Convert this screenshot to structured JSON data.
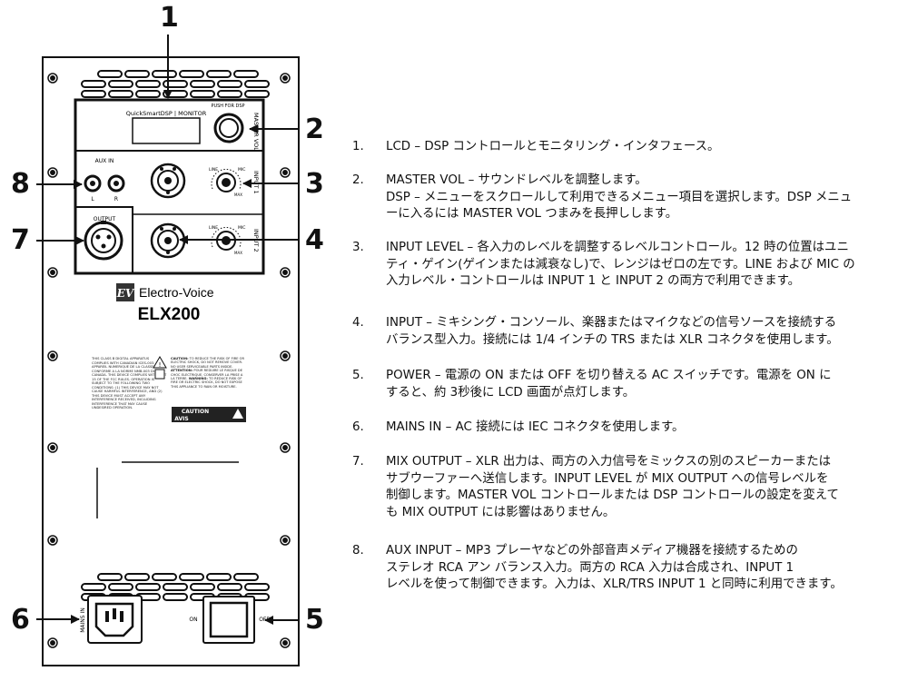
{
  "panel": {
    "lcd_label": "QuickSmartDSP | MONITOR",
    "push_for_dsp": "PUSH FOR DSP",
    "master_vol": "MASTER VOL",
    "aux_in": "AUX IN",
    "aux_l": "L",
    "aux_r": "R",
    "input1": "INPUT 1",
    "input2": "INPUT 2",
    "line_label": "LINE",
    "mic_label": "MIC",
    "max_label": "MAX",
    "output": "OUTPUT",
    "brand_logo": "EV",
    "brand": "Electro-Voice",
    "model": "ELX200",
    "warning_left_text": "THIS CLASS B DIGITAL APPARATUS COMPLIES WITH CANADIAN ICES-003. CET APPAREIL NUMERIQUE DE LA CLASSE B EST CONFORME A LA NORME NMB-003 DU CANADA. THIS DEVICE COMPLIES WITH PART 15 OF THE FCC RULES. OPERATION IS SUBJECT TO THE FOLLOWING TWO CONDITIONS: (1) THIS DEVICE MAY NOT CAUSE HARMFUL INTERFERENCE, AND (2) THIS DEVICE MUST ACCEPT ANY INTERFERENCE RECEIVED, INCLUDING INTERFERENCE THAT MAY CAUSE UNDESIRED OPERATION.",
    "caution_heading": "CAUTION:",
    "caution_text": "TO REDUCE THE RISK OF FIRE OR ELECTRIC SHOCK, DO NOT REMOVE COVER. NO USER SERVICEABLE PARTS INSIDE.",
    "attention_heading": "ATTENTION:",
    "attention_text": "POUR REDUIRE LE RISQUE DE CHOC ELECTRIQUE, CONSERVER LA PRISE A LA TERRE.",
    "warning_heading": "WARNING:",
    "warning_text": "TO REDUCE RISK OF FIRE OR ELECTRIC SHOCK, DO NOT EXPOSE THIS APPLIANCE TO RAIN OR MOISTURE.",
    "caution_box": "CAUTION",
    "avis_box": "AVIS",
    "mains_in": "MAINS IN",
    "on_label": "ON",
    "off_label": "OFF"
  },
  "callouts": [
    {
      "number": "1"
    },
    {
      "number": "2"
    },
    {
      "number": "3"
    },
    {
      "number": "4"
    },
    {
      "number": "5"
    },
    {
      "number": "6"
    },
    {
      "number": "7"
    },
    {
      "number": "8"
    }
  ],
  "descriptions": [
    {
      "num": "1.",
      "lines": [
        "LCD – DSP コントロールとモニタリング・インタフェース。"
      ]
    },
    {
      "num": "2.",
      "lines": [
        "MASTER VOL – サウンドレベルを調整します。",
        "DSP – メニューをスクロールして利用できるメニュー項目を選択します。DSP メニュ",
        "ーに入るには MASTER VOL つまみを長押しします。"
      ]
    },
    {
      "num": "3.",
      "lines": [
        "INPUT LEVEL – 各入力のレベルを調整するレベルコントロール。12 時の位置はユニ",
        "ティ・ゲイン(ゲインまたは減衰なし)で、レンジはゼロの左です。LINE および MIC の",
        "入力レベル・コントロールは INPUT 1 と INPUT 2 の両方で利用できます。"
      ]
    },
    {
      "num": "4.",
      "lines": [
        "INPUT – ミキシング・コンソール、楽器またはマイクなどの信号ソースを接続する",
        "バランス型入力。接続には 1/4 インチの TRS または XLR コネクタを使用します。"
      ]
    },
    {
      "num": "5.",
      "lines": [
        "POWER – 電源の ON または OFF を切り替える AC スイッチです。電源を ON に",
        "すると、約 3秒後に LCD 画面が点灯します。"
      ]
    },
    {
      "num": "6.",
      "lines": [
        "MAINS IN – AC 接続には IEC コネクタを使用します。"
      ]
    },
    {
      "num": "7.",
      "lines": [
        "MIX OUTPUT – XLR 出力は、両方の入力信号をミックスの別のスピーカーまたは",
        "サブウーファーへ送信します。INPUT LEVEL が MIX OUTPUT への信号レベルを",
        "制御します。MASTER VOL コントロールまたは DSP コントロールの設定を変えて",
        "も MIX OUTPUT には影響はありません。"
      ]
    },
    {
      "num": "8.",
      "lines": [
        "AUX INPUT – MP3 プレーヤなどの外部音声メディア機器を接続するための",
        "ステレオ RCA アン バランス入力。両方の RCA 入力は合成され、INPUT 1",
        "レベルを使って制御できます。入力は、XLR/TRS INPUT 1 と同時に利用できます。"
      ]
    }
  ]
}
